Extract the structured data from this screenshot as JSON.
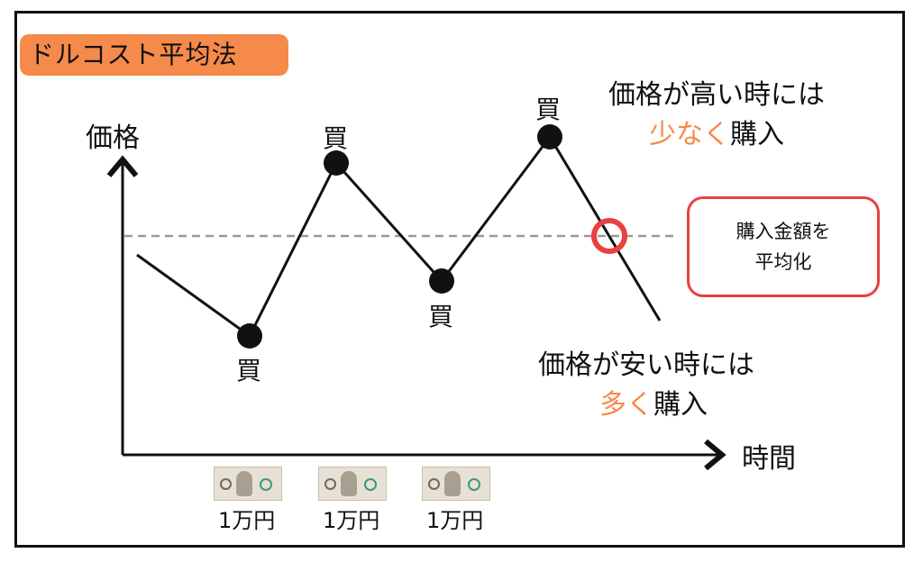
{
  "title": "ドルコスト平均法",
  "axes": {
    "y_label": "価格",
    "x_label": "時間"
  },
  "buy_label": "買",
  "high_note": {
    "line1": "価格が高い時には",
    "emph": "少なく",
    "rest": "購入"
  },
  "low_note": {
    "line1": "価格が安い時には",
    "emph": "多く",
    "rest": "購入"
  },
  "average_box": {
    "line1": "購入金額を",
    "line2": "平均化"
  },
  "bills": [
    {
      "label": "1万円"
    },
    {
      "label": "1万円"
    },
    {
      "label": "1万円"
    }
  ],
  "colors": {
    "accent": "#f68a4a",
    "highlight": "#e8413f",
    "dash": "#999999"
  }
}
